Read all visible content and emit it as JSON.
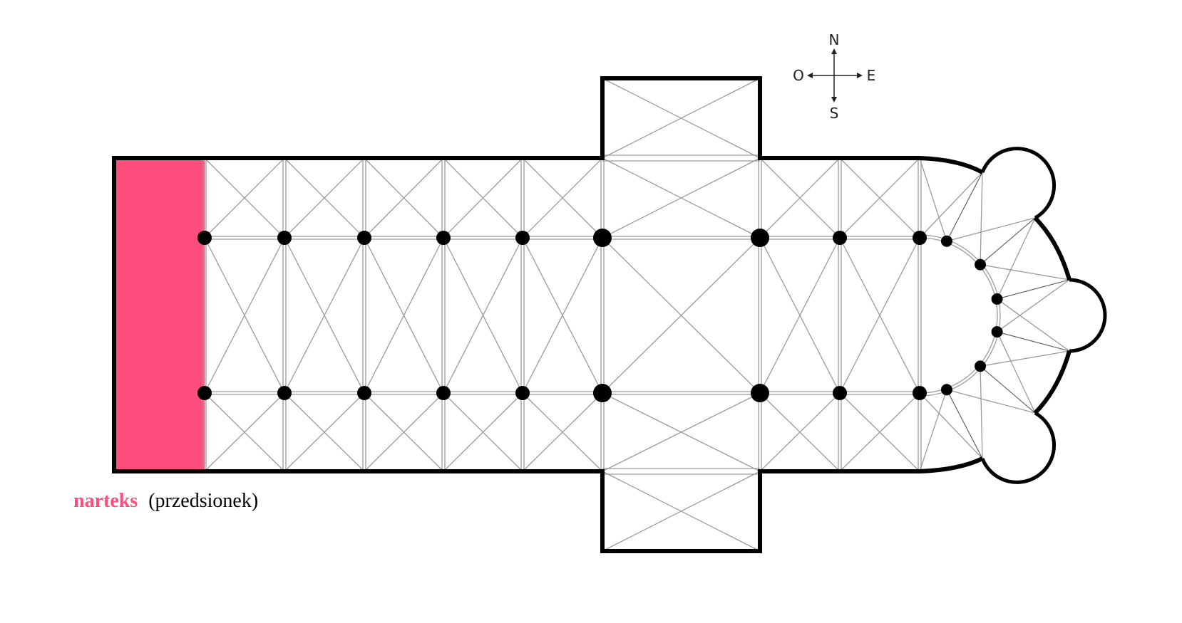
{
  "compass": {
    "north": "N",
    "south": "S",
    "east": "E",
    "west": "O"
  },
  "caption": {
    "highlight": "narteks",
    "rest": "(przedsionek)"
  },
  "colors": {
    "highlight": "#ff4d7d",
    "wall": "#000000",
    "vault": "#9a9a9a"
  }
}
